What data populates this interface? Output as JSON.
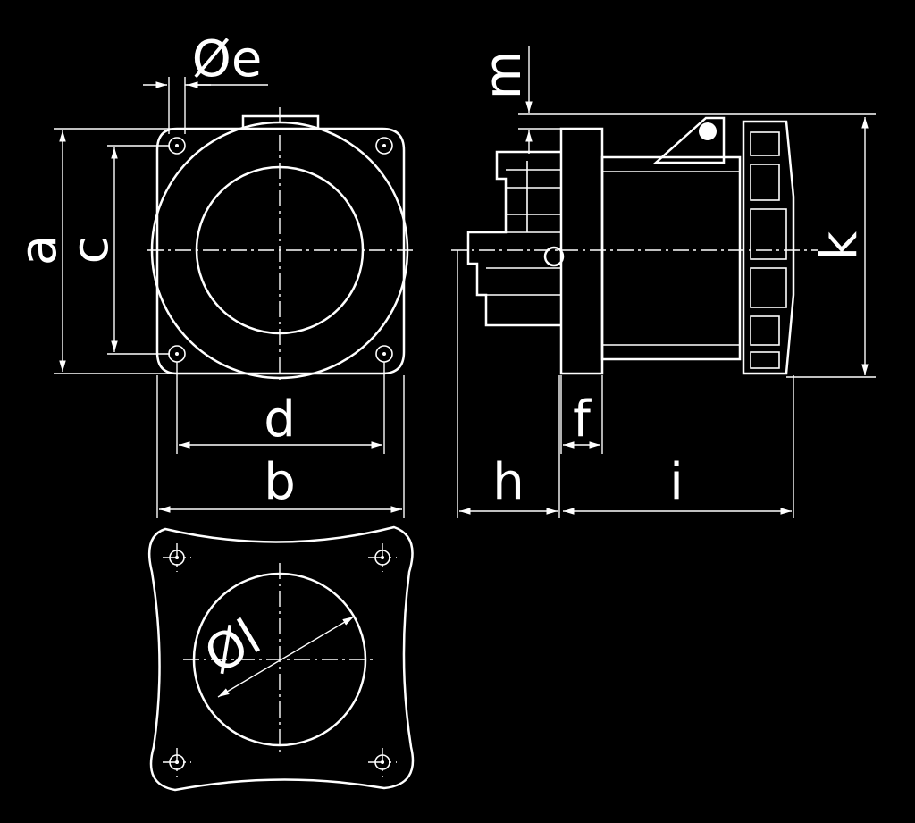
{
  "colors": {
    "background": "#000000",
    "line": "#ffffff"
  },
  "dimensions": {
    "a": "a",
    "b": "b",
    "c": "c",
    "d": "d",
    "e": "Øe",
    "f": "f",
    "h": "h",
    "i": "i",
    "k": "k",
    "l": "Øl",
    "m": "m"
  }
}
